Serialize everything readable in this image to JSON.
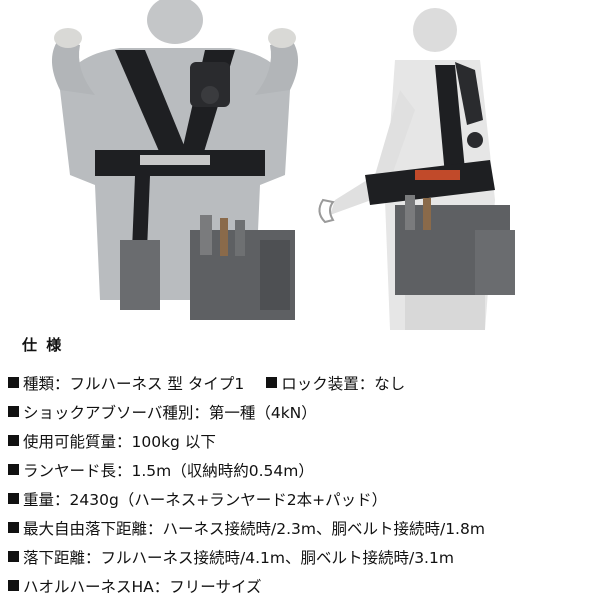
{
  "spec": {
    "heading": "仕 様",
    "rows": [
      {
        "text": "種類：フルハーネス 型 タイプ1",
        "extra": "ロック装置：なし"
      },
      {
        "text": "ショックアブソーバ種別：第一種（4kN）"
      },
      {
        "text": "使用可能質量：100kg 以下"
      },
      {
        "text": "ランヤード長：1.5m（収納時約0.54m）"
      },
      {
        "text": "重量：2430g（ハーネス+ランヤード2本+パッド）"
      },
      {
        "text": "最大自由落下距離：ハーネス接続時/2.3m、胴ベルト接続時/1.8m"
      },
      {
        "text": "落下距離：フルハーネス接続時/4.1m、胴ベルト接続時/3.1m"
      },
      {
        "text": "ハオルハーネスHA：フリーサイズ"
      }
    ]
  },
  "colors": {
    "background": "#ffffff",
    "text": "#111111",
    "jacket": "#b9bcbf",
    "harness": "#1e1f22",
    "bag": "#5e6063"
  },
  "icons": [
    "bullet-square"
  ]
}
